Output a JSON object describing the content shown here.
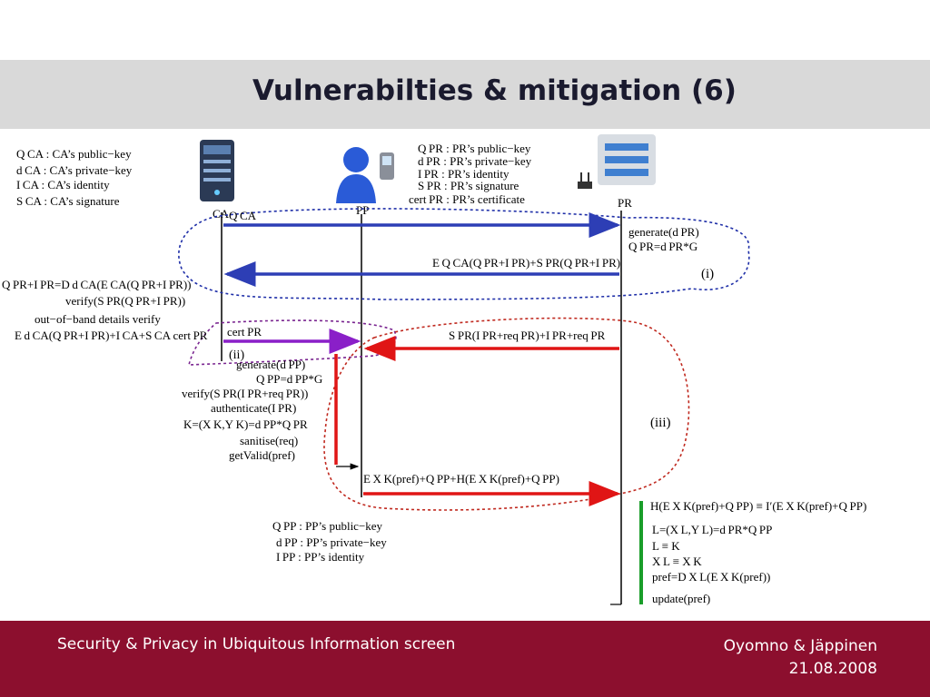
{
  "slide": {
    "title": "Vulnerabilties & mitigation (6)"
  },
  "footer": {
    "left": "Security & Privacy in Ubiquitous Information screen",
    "authors": "Oyomno & Jäppinen",
    "date": "21.08.2008"
  },
  "diagram": {
    "actors": {
      "ca": "CA",
      "pp": "PP",
      "pr": "PR"
    },
    "ca_legend": [
      "Q CA : CA’s public−key",
      "d CA : CA’s private−key",
      "I CA : CA’s identity",
      "S CA : CA’s signature"
    ],
    "pr_legend": [
      "Q PR : PR’s public−key",
      "d PR : PR’s private−key",
      "I PR : PR’s identity",
      "S PR : PR’s signature",
      "cert PR : PR’s certificate"
    ],
    "pp_legend": [
      "Q PP : PP’s public−key",
      "d PP : PP’s private−key",
      "I PP : PP’s identity"
    ],
    "regions": {
      "i": "(i)",
      "ii": "(ii)",
      "iii": "(iii)"
    },
    "messages": {
      "ca_to_pr": "Q CA",
      "pr_to_ca": "E Q CA(Q PR+I PR)+S PR(Q PR+I PR)",
      "ca_to_pp": "cert PR",
      "pr_to_pp": "S PR(I PR+req PR)+I PR+req PR",
      "pp_to_pr": "E X K(pref)+Q PP+H(E X K(pref)+Q PP)"
    },
    "pr_gen_steps": [
      "generate(d PR)",
      "Q PR=d PR*G"
    ],
    "ca_steps": [
      "Q PR+I PR=D d CA(E CA(Q PR+I PR))",
      "verify(S PR(Q PR+I PR))",
      "out−of−band details verify",
      "E d CA(Q PR+I PR)+I CA+S CA cert PR"
    ],
    "pp_steps": [
      "generate(d PP)",
      "Q PP=d PP*G",
      "verify(S PR(I PR+req PR))",
      "authenticate(I PR)",
      "K=(X K,Y K)=d PP*Q PR",
      "sanitise(req)",
      "getValid(pref)"
    ],
    "pr_final_steps": [
      "H(E X K(pref)+Q PP) ≡ I′(E X K(pref)+Q PP)",
      "L=(X L,Y L)=d PR*Q PP",
      "L ≡ K",
      "X L ≡ X K",
      "pref=D X L(E X K(pref))",
      "update(pref)"
    ],
    "colors": {
      "blue_arrow": "#2d3eb5",
      "purple_arrow": "#8a1fc8",
      "red_arrow": "#e01515",
      "green_bar": "#1a9e2a",
      "region_i": "#1f2fa8",
      "region_ii": "#7a2590",
      "region_iii": "#c0291f"
    },
    "icons": [
      "server-tower-icon",
      "person-phone-icon",
      "server-router-icon"
    ]
  }
}
